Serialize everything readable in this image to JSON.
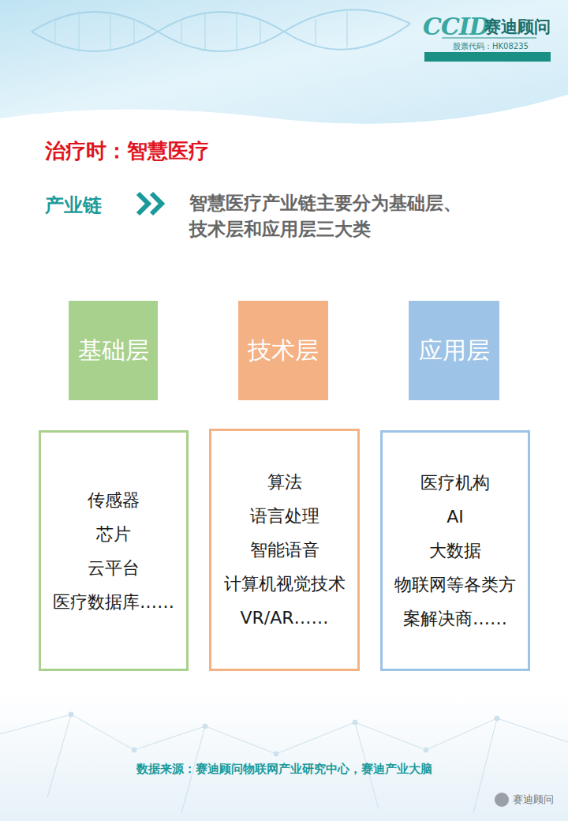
{
  "diagram": {
    "title": "治疗时：智慧医疗",
    "nodes": [
      {
        "text": [
          "基础层"
        ]
      },
      {
        "text": [
          "技术层"
        ]
      },
      {
        "text": [
          "应用层"
        ]
      },
      {
        "text": [
          "传感器",
          "芯片",
          "云平台",
          "医疗数据库……"
        ]
      },
      {
        "text": [
          "算法",
          "语言处理",
          "智能语音",
          "计算机视觉技术",
          "VR/AR……"
        ]
      },
      {
        "text": [
          "医疗机构",
          "AI",
          "大数据",
          "物联网等各类方案解决商……"
        ]
      }
    ],
    "labels": [
      "CCID",
      "赛迪顾问",
      "股票代码：HK08235",
      "产业链",
      "智慧医疗产业链主要分为基础层、技术层和应用层三大类",
      "数据来源：赛迪顾问物联网产业研究中心，赛迪产业大脑",
      "赛迪顾问"
    ]
  }
}
